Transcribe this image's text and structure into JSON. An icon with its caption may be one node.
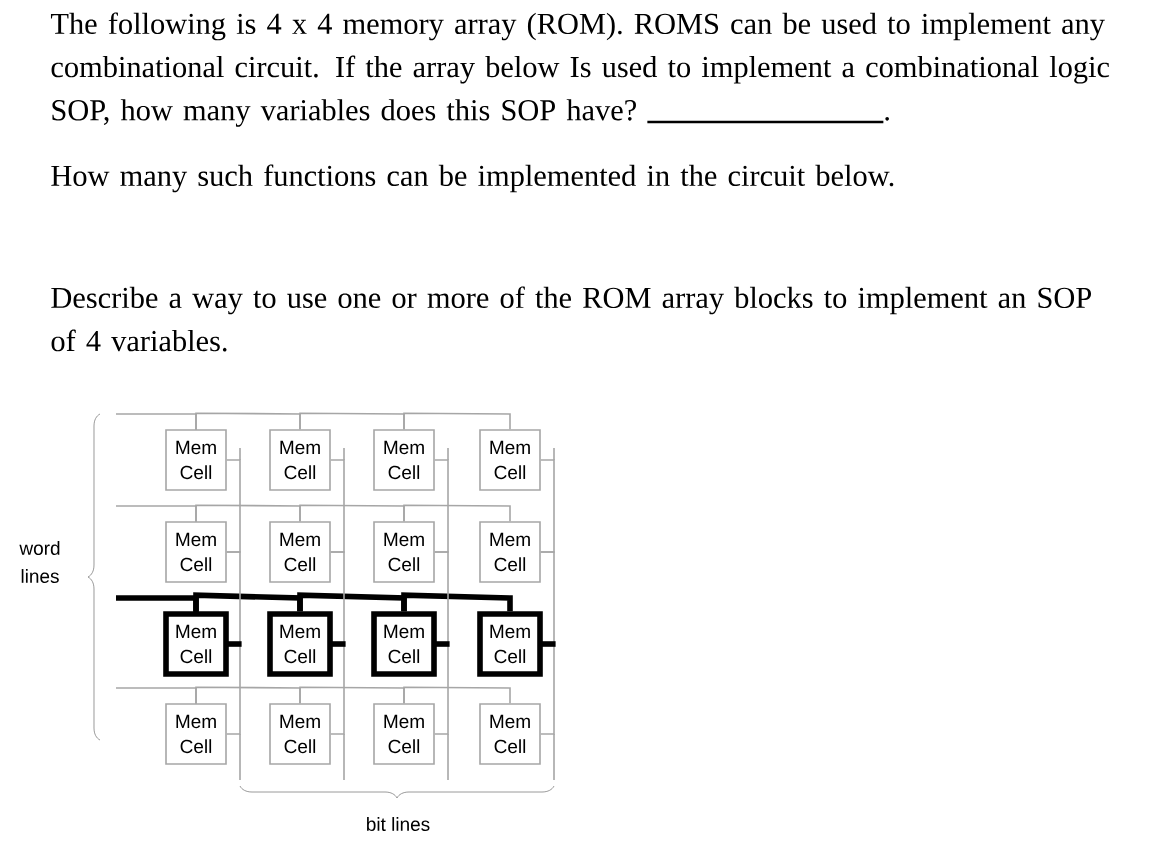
{
  "diagram": {
    "nodes": [
      {
        "text": [
          "Mem Cell"
        ]
      },
      {
        "text": [
          "Mem Cell"
        ]
      },
      {
        "text": [
          "Mem Cell"
        ]
      },
      {
        "text": [
          "Mem Cell"
        ]
      },
      {
        "text": [
          "Mem Cell"
        ]
      },
      {
        "text": [
          "Mem Cell"
        ]
      },
      {
        "text": [
          "Mem Cell"
        ]
      },
      {
        "text": [
          "Mem Cell"
        ]
      },
      {
        "text": [
          "Mem Cell"
        ]
      },
      {
        "text": [
          "Mem Cell"
        ]
      },
      {
        "text": [
          "Mem Cell"
        ]
      },
      {
        "text": [
          "Mem Cell"
        ]
      },
      {
        "text": [
          "Mem Cell"
        ]
      },
      {
        "text": [
          "Mem Cell"
        ]
      },
      {
        "text": [
          "Mem Cell"
        ]
      },
      {
        "text": [
          "Mem Cell"
        ]
      }
    ],
    "edges": [
      {
        "from": 0,
        "to": 1,
        "arrow": "none"
      },
      {
        "from": 1,
        "to": 2,
        "arrow": "none"
      },
      {
        "from": 2,
        "to": 3,
        "arrow": "none"
      },
      {
        "from": 4,
        "to": 5,
        "arrow": "none"
      },
      {
        "from": 5,
        "to": 6,
        "arrow": "none"
      },
      {
        "from": 6,
        "to": 7,
        "arrow": "none"
      },
      {
        "from": 8,
        "to": 9,
        "arrow": "none",
        "style": "thick",
        "color": "#000000"
      },
      {
        "from": 9,
        "to": 10,
        "arrow": "none",
        "style": "thick",
        "color": "#000000"
      },
      {
        "from": 10,
        "to": 11,
        "arrow": "none",
        "style": "thick",
        "color": "#000000"
      },
      {
        "from": 12,
        "to": 13,
        "arrow": "none"
      },
      {
        "from": 13,
        "to": 14,
        "arrow": "none"
      },
      {
        "from": 14,
        "to": 15,
        "arrow": "none"
      },
      {
        "from": 0,
        "to": 4,
        "arrow": "none"
      },
      {
        "from": 4,
        "to": 8,
        "arrow": "none"
      },
      {
        "from": 8,
        "to": 12,
        "arrow": "none"
      },
      {
        "from": 1,
        "to": 5,
        "arrow": "none"
      },
      {
        "from": 5,
        "to": 9,
        "arrow": "none"
      },
      {
        "from": 9,
        "to": 13,
        "arrow": "none"
      },
      {
        "from": 2,
        "to": 6,
        "arrow": "none"
      },
      {
        "from": 6,
        "to": 10,
        "arrow": "none"
      },
      {
        "from": 10,
        "to": 14,
        "arrow": "none"
      },
      {
        "from": 3,
        "to": 7,
        "arrow": "none"
      },
      {
        "from": 7,
        "to": 11,
        "arrow": "none"
      },
      {
        "from": 11,
        "to": 15,
        "arrow": "none"
      }
    ],
    "labels": [
      "The following is 4 x 4 memory array (ROM). ROMS can be used to implement any combinational circuit. If the array below Is used to implement a combinational logic SOP, how many variables does this SOP have?",
      ".",
      "How many such functions can be implemented in the circuit below.",
      "Describe a way to use one or more of the ROM array blocks to implement an SOP of 4 variables.",
      "word lines",
      "bit lines"
    ]
  }
}
